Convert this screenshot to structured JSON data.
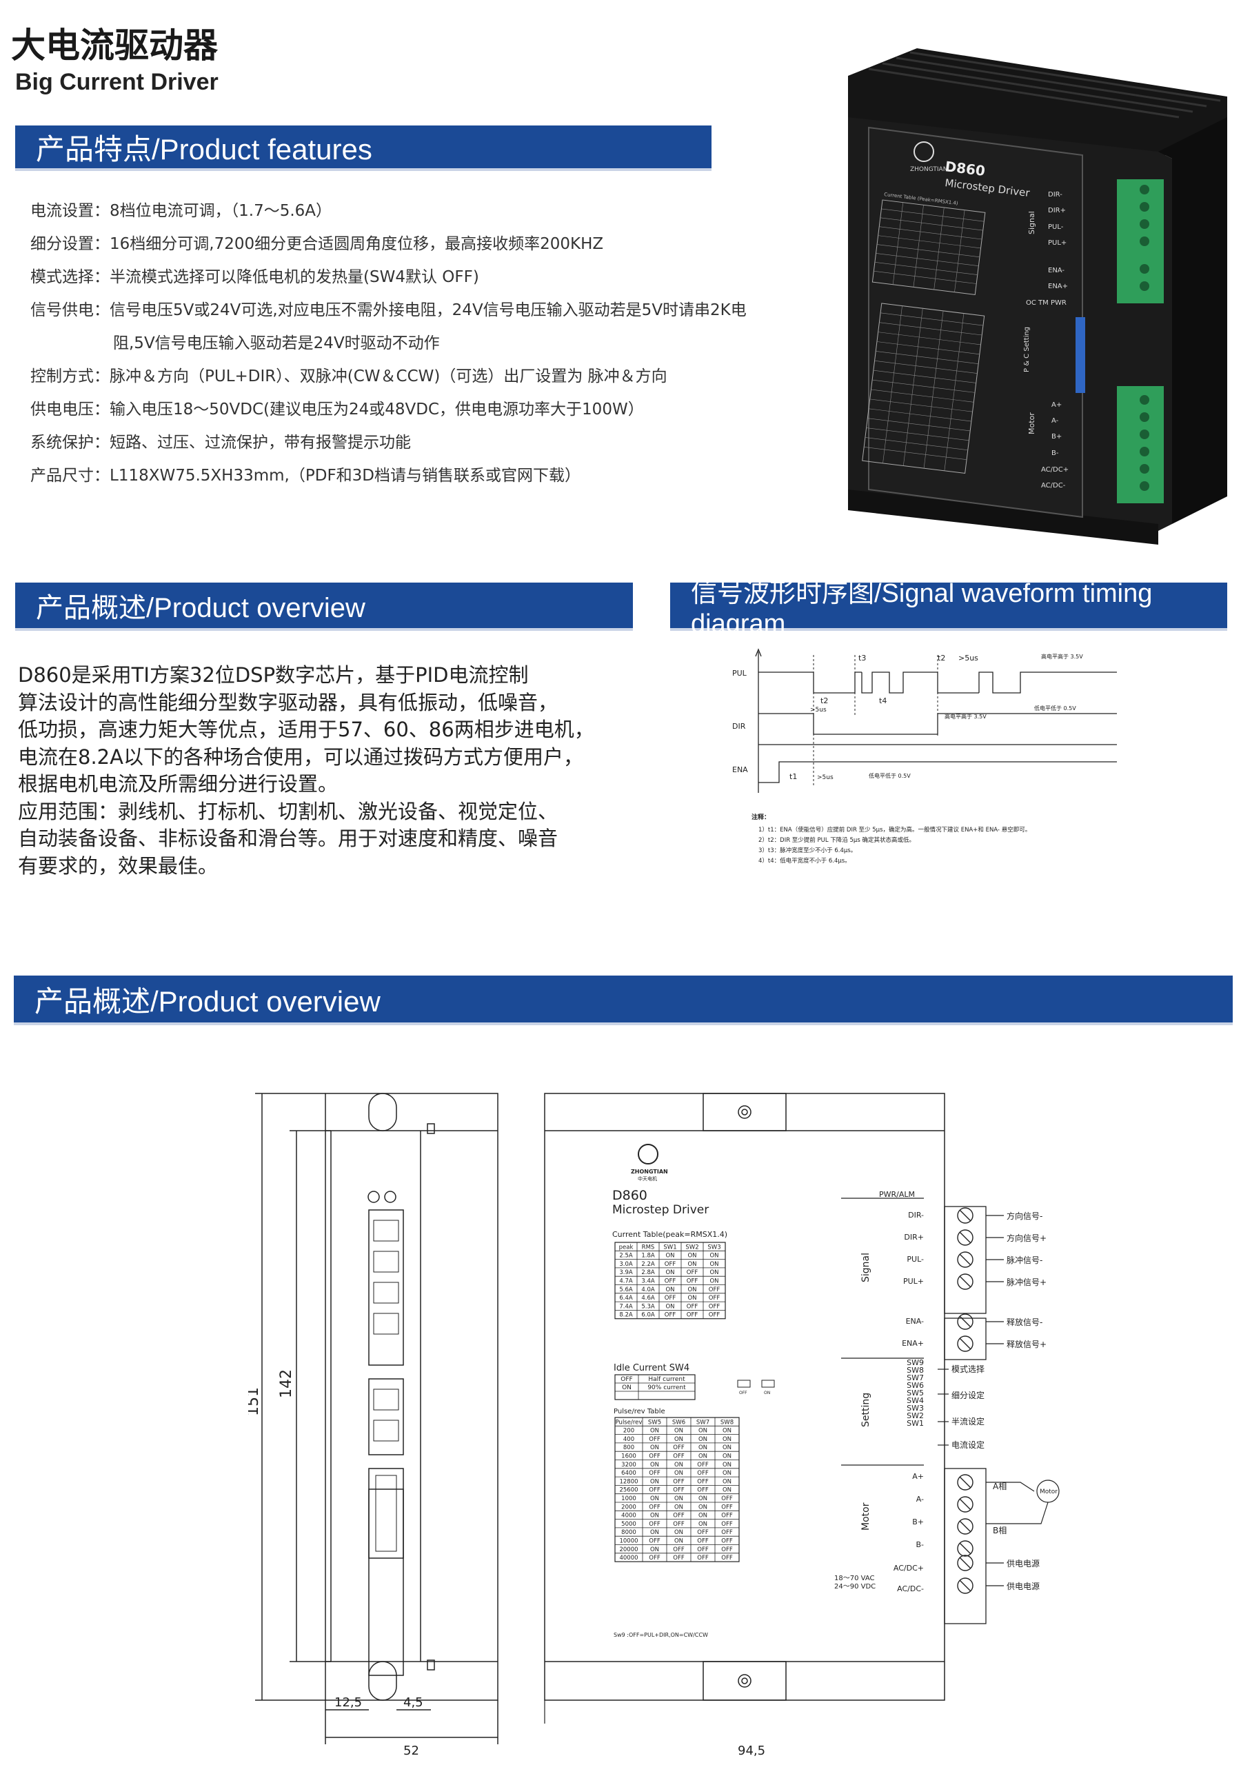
{
  "header": {
    "title_cn": "大电流驱动器",
    "title_en": "Big Current Driver"
  },
  "sections": {
    "features": "产品特点/Product features",
    "overview1": "产品概述/Product overview",
    "waveform": "信号波形时序图/Signal waveform timing diagram",
    "overview2": "产品概述/Product overview"
  },
  "features": [
    {
      "label": "电流设置：",
      "text": "8档位电流可调，（1.7～5.6A）"
    },
    {
      "label": "细分设置：",
      "text": "16档细分可调,7200细分更合适圆周角度位移，最高接收频率200KHZ"
    },
    {
      "label": "模式选择：",
      "text": "半流模式选择可以降低电机的发热量(SW4默认 OFF)"
    },
    {
      "label": "信号供电：",
      "text": "信号电压5V或24V可选,对应电压不需外接电阻，24V信号电压输入驱动若是5V时请串2K电"
    },
    {
      "label": "",
      "text": "阻,5V信号电压输入驱动若是24V时驱动不动作"
    },
    {
      "label": "控制方式：",
      "text": "脉冲＆方向（PUL+DIR）、双脉冲(CW＆CCW)（可选）出厂设置为 脉冲＆方向"
    },
    {
      "label": "供电电压：",
      "text": "输入电压18～50VDC(建议电压为24或48VDC，供电电源功率大于100W）"
    },
    {
      "label": "系统保护：",
      "text": "短路、过压、过流保护，带有报警提示功能"
    },
    {
      "label": "产品尺寸：",
      "text": "L118XW75.5XH33mm,（PDF和3D档请与销售联系或官网下载）"
    }
  ],
  "overview_lines": [
    "D860是采用TI方案32位DSP数字芯片，基于PID电流控制",
    "算法设计的高性能细分型数字驱动器，具有低振动，低噪音，",
    "低功损，高速力矩大等优点，适用于57、60、86两相步进电机，",
    "电流在8.2A以下的各种场合使用，可以通过拨码方式方便用户，",
    "根据电机电流及所需细分进行设置。",
    "应用范围：剥线机、打标机、切割机、激光设备、视觉定位、",
    "自动装备设备、非标设备和滑台等。用于对速度和精度、噪音",
    "有要求的，效果最佳。"
  ],
  "photo": {
    "model": "D860",
    "subtitle": "Microstep Driver",
    "brand": "ZHONGTIAN",
    "labels": [
      "DIR-",
      "DIR+",
      "PUL-",
      "PUL+",
      "ENA-",
      "ENA+",
      "OC TM PWR",
      "A+",
      "A-",
      "B+",
      "B-",
      "AC/DC+",
      "AC/DC-"
    ],
    "group_signal": "Signal",
    "group_setting": "P & C Setting",
    "group_motor": "Motor",
    "table_title": "Current Table (Peak=RMSX1.4)"
  },
  "waveform": {
    "signals": [
      "PUL",
      "DIR",
      "ENA"
    ],
    "labels": {
      "t1": "t1",
      "t2": "t2",
      "t3": "t3",
      "t4": "t4",
      "gt5us": ">5us",
      "high": "高电平高于 3.5V",
      "low": "低电平低于 0.5V"
    },
    "notes_title": "注释：",
    "notes": [
      "1）t1：ENA（使能信号）应提前 DIR 至少 5μs，确定为高。一般情况下建议 ENA+和 ENA- 悬空即可。",
      "2）t2：DIR 至少提前 PUL 下降沿 5μs 确定其状态高或低。",
      "3）t3：脉冲宽度至少不小于 6.4μs。",
      "4）t4：低电平宽度不小于 6.4μs。"
    ]
  },
  "drawing": {
    "dims": {
      "d151": "151",
      "d142": "142",
      "d12_5": "12,5",
      "d4_5": "4,5",
      "d52": "52",
      "d94_5": "94,5"
    },
    "brand": "ZHONGTIAN",
    "brand_cn": "中天电机",
    "model": "D860",
    "subtitle": "Microstep Driver",
    "current_table_title": "Current Table(peak=RMSX1.4)",
    "current_headers": [
      "peak",
      "RMS",
      "SW1",
      "SW2",
      "SW3"
    ],
    "current_rows": [
      [
        "2.5A",
        "1.8A",
        "ON",
        "ON",
        "ON"
      ],
      [
        "3.0A",
        "2.2A",
        "OFF",
        "ON",
        "ON"
      ],
      [
        "3.9A",
        "2.8A",
        "ON",
        "OFF",
        "ON"
      ],
      [
        "4.7A",
        "3.4A",
        "OFF",
        "OFF",
        "ON"
      ],
      [
        "5.6A",
        "4.0A",
        "ON",
        "ON",
        "OFF"
      ],
      [
        "6.4A",
        "4.6A",
        "OFF",
        "ON",
        "OFF"
      ],
      [
        "7.4A",
        "5.3A",
        "ON",
        "OFF",
        "OFF"
      ],
      [
        "8.2A",
        "6.0A",
        "OFF",
        "OFF",
        "OFF"
      ]
    ],
    "idle_title": "Idle Current SW4",
    "idle_rows": [
      [
        "OFF",
        "Half current"
      ],
      [
        "ON",
        "90% current"
      ]
    ],
    "idle_icons": [
      "OFF",
      "ON"
    ],
    "pulse_title": "Pulse/rev  Table",
    "pulse_headers": [
      "Pulse/rev",
      "SW5",
      "SW6",
      "SW7",
      "SW8"
    ],
    "pulse_rows": [
      [
        "200",
        "ON",
        "ON",
        "ON",
        "ON"
      ],
      [
        "400",
        "OFF",
        "ON",
        "ON",
        "ON"
      ],
      [
        "800",
        "ON",
        "OFF",
        "ON",
        "ON"
      ],
      [
        "1600",
        "OFF",
        "OFF",
        "ON",
        "ON"
      ],
      [
        "3200",
        "ON",
        "ON",
        "OFF",
        "ON"
      ],
      [
        "6400",
        "OFF",
        "ON",
        "OFF",
        "ON"
      ],
      [
        "12800",
        "ON",
        "OFF",
        "OFF",
        "ON"
      ],
      [
        "25600",
        "OFF",
        "OFF",
        "OFF",
        "ON"
      ],
      [
        "1000",
        "ON",
        "ON",
        "ON",
        "OFF"
      ],
      [
        "2000",
        "OFF",
        "ON",
        "ON",
        "OFF"
      ],
      [
        "4000",
        "ON",
        "OFF",
        "ON",
        "OFF"
      ],
      [
        "5000",
        "OFF",
        "OFF",
        "ON",
        "OFF"
      ],
      [
        "8000",
        "ON",
        "ON",
        "OFF",
        "OFF"
      ],
      [
        "10000",
        "OFF",
        "ON",
        "OFF",
        "OFF"
      ],
      [
        "20000",
        "ON",
        "OFF",
        "OFF",
        "OFF"
      ],
      [
        "40000",
        "OFF",
        "OFF",
        "OFF",
        "OFF"
      ]
    ],
    "sw9_note": "Sw9 :OFF=PUL+DIR,ON=CW/CCW",
    "pwr": "PWR/ALM",
    "signal_terms": [
      "DIR-",
      "DIR+",
      "PUL-",
      "PUL+",
      "ENA-",
      "ENA+"
    ],
    "signal_group": "Signal",
    "setting_terms": [
      "SW9",
      "SW8",
      "SW7",
      "SW6",
      "SW5",
      "SW4",
      "SW3",
      "SW2",
      "SW1"
    ],
    "setting_group": "Setting",
    "motor_terms": [
      "A+",
      "A-",
      "B+",
      "B-",
      "AC/DC+",
      "AC/DC-"
    ],
    "motor_group": "Motor",
    "voltage_a": "18～70 VAC",
    "voltage_b": "24～90 VDC",
    "annot": {
      "dir_minus": "方向信号-",
      "dir_plus": "方向信号+",
      "pul_minus": "脉冲信号-",
      "pul_plus": "脉冲信号+",
      "ena_minus": "释放信号-",
      "ena_plus": "释放信号+",
      "mode": "模式选择",
      "subdiv": "细分设定",
      "half": "半流设定",
      "current": "电流设定",
      "phase_a": "A相",
      "phase_b": "B相",
      "motor": "Motor",
      "power1": "供电电源",
      "power2": "供电电源"
    }
  },
  "colors": {
    "bar": "#1b4a96",
    "terminal": "#2f9e5a"
  }
}
